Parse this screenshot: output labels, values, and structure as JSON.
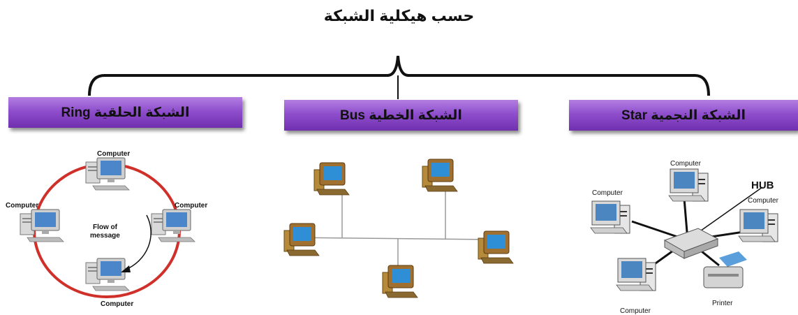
{
  "title": "حسب هيكلية الشبكة",
  "topologies": [
    {
      "label": "الشبكة الحلقية Ring"
    },
    {
      "label": "الشبكة الخطية Bus"
    },
    {
      "label": "الشبكة النجمية Star"
    }
  ],
  "ring_diagram": {
    "node_label": "Computer",
    "flow_label_1": "Flow of",
    "flow_label_2": "message",
    "ring_color": "#d0302a"
  },
  "star_diagram": {
    "node_label": "Computer",
    "hub_label": "HUB",
    "printer_label": "Printer"
  },
  "colors": {
    "box_top": "#b27ee0",
    "box_bottom": "#6f2fae"
  }
}
